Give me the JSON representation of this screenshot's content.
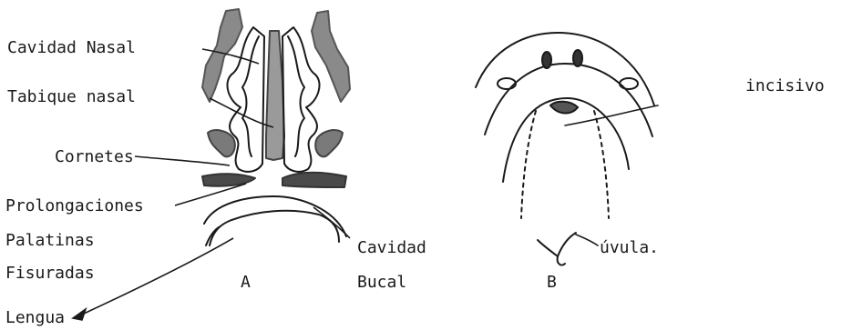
{
  "labels": {
    "cavidad_nasal": "Cavidad Nasal",
    "tabique_nasal": "Tabique nasal",
    "cornetes": "Cornetes",
    "prolongaciones": "Prolongaciones",
    "palatinas": "Palatinas",
    "fisuradas": "Fisuradas",
    "lengua": "Lengua",
    "cavidad": "Cavidad",
    "bucal": "Bucal",
    "fig_a": "A",
    "fig_b": "B",
    "uvula": "úvula.",
    "incisivo": "incisivo"
  },
  "colors": {
    "ink": "#1a1a1a",
    "shade": "#8a8a8a",
    "paper": "#ffffff"
  }
}
